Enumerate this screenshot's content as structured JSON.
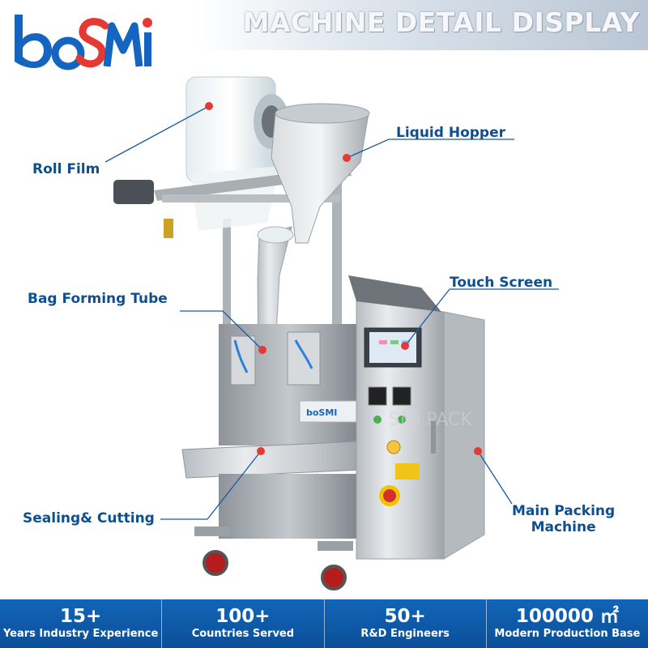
{
  "brand": {
    "logo_text": "boSMI",
    "accent_blue": "#1565c0",
    "accent_red": "#e53935"
  },
  "header": {
    "title": "MACHINE DETAIL DISPLAY"
  },
  "callouts": [
    {
      "id": "roll-film",
      "label": "Roll Film"
    },
    {
      "id": "liquid-hopper",
      "label": "Liquid Hopper"
    },
    {
      "id": "bag-forming-tube",
      "label": "Bag Forming Tube"
    },
    {
      "id": "touch-screen",
      "label": "Touch Screen"
    },
    {
      "id": "sealing-cutting",
      "label": "Sealing& Cutting"
    },
    {
      "id": "main-packing-machine",
      "label_line1": "Main Packing",
      "label_line2": "Machine"
    }
  ],
  "machine": {
    "panel_brand_text": "boSMI",
    "watermark_text": "SMI PACK"
  },
  "footer": {
    "stats": [
      {
        "value": "15+",
        "label": "Years Industry Experience"
      },
      {
        "value": "100+",
        "label": "Countries Served"
      },
      {
        "value": "50+",
        "label": "R&D Engineers"
      },
      {
        "value": "100000 ㎡",
        "label": "Modern Production Base"
      }
    ]
  }
}
